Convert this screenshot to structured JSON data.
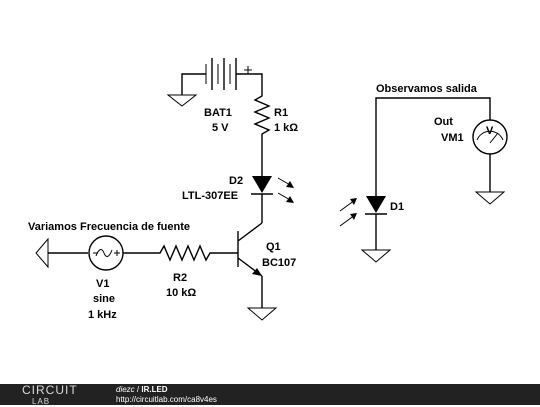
{
  "components": {
    "bat1": {
      "ref": "BAT1",
      "value": "5 V"
    },
    "r1": {
      "ref": "R1",
      "value": "1 kΩ"
    },
    "d2": {
      "ref": "D2",
      "value": "LTL-307EE"
    },
    "q1": {
      "ref": "Q1",
      "value": "BC107"
    },
    "r2": {
      "ref": "R2",
      "value": "10 kΩ"
    },
    "v1": {
      "ref": "V1",
      "type": "sine",
      "value": "1 kHz"
    },
    "d1": {
      "ref": "D1"
    },
    "vm1": {
      "ref": "VM1",
      "port_label": "Out",
      "symbol": "V"
    }
  },
  "annotations": {
    "source_note": "Variamos Frecuencia de fuente",
    "output_note": "Observamos salida"
  },
  "footer": {
    "logo_text": "CIRCUIT",
    "logo_sub": "LAB",
    "author": "diezc",
    "separator": " / ",
    "title": "IR.LED",
    "url": "http://circuitlab.com/ca8v4es"
  },
  "colors": {
    "footer_bg": "#222222",
    "wire": "#000000"
  }
}
